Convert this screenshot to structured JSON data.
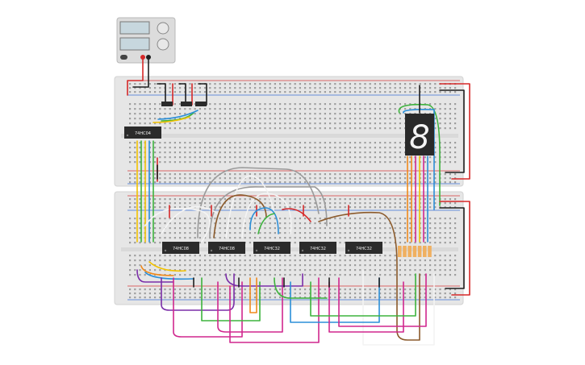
{
  "app": {
    "title": ""
  },
  "power_supply": {
    "name": "dc-power-supply",
    "has_two_displays": true,
    "has_two_knobs": true
  },
  "chips": [
    {
      "id": "u1",
      "label": "74HC04"
    },
    {
      "id": "u2",
      "label": "74HC08"
    },
    {
      "id": "u3",
      "label": "74HC08"
    },
    {
      "id": "u4",
      "label": "74HC32"
    },
    {
      "id": "u5",
      "label": "74HC32"
    },
    {
      "id": "u6",
      "label": "74HC32"
    }
  ],
  "display": {
    "name": "seven-segment-display",
    "digit": "8"
  },
  "colors": {
    "breadboard": "#e6e6e6",
    "breadboard_edge": "#d2d2d2",
    "rail_red": "#d43a3a",
    "rail_blue": "#3a6fd4",
    "chip": "#2b2b2b",
    "wire_red": "#d62828",
    "wire_black": "#1f1f1f",
    "wire_yellow": "#f2c200",
    "wire_green": "#3db33d",
    "wire_blue": "#2b8fd8",
    "wire_orange": "#f08a1c",
    "wire_magenta": "#d0278e",
    "wire_purple": "#7b2ea8",
    "wire_brown": "#8b5a2b",
    "wire_white": "#f4f4f4",
    "wire_gray": "#9a9a9a",
    "resistor": "#f0b060"
  }
}
